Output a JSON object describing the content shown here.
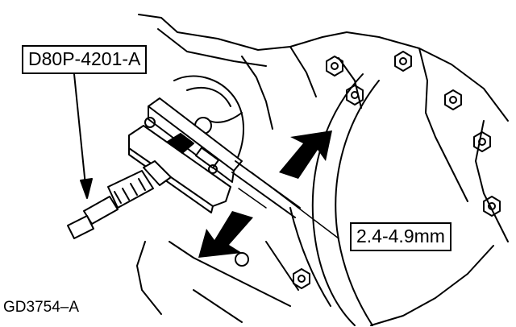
{
  "callouts": {
    "tool_number": "D80P-4201-A",
    "measurement_range": "2.4-4.9mm"
  },
  "figure_id": "GD3754–A",
  "colors": {
    "ink": "#000000",
    "paper": "#ffffff"
  },
  "icons": [
    "dial-indicator-icon",
    "measurement-arrow-icon"
  ]
}
